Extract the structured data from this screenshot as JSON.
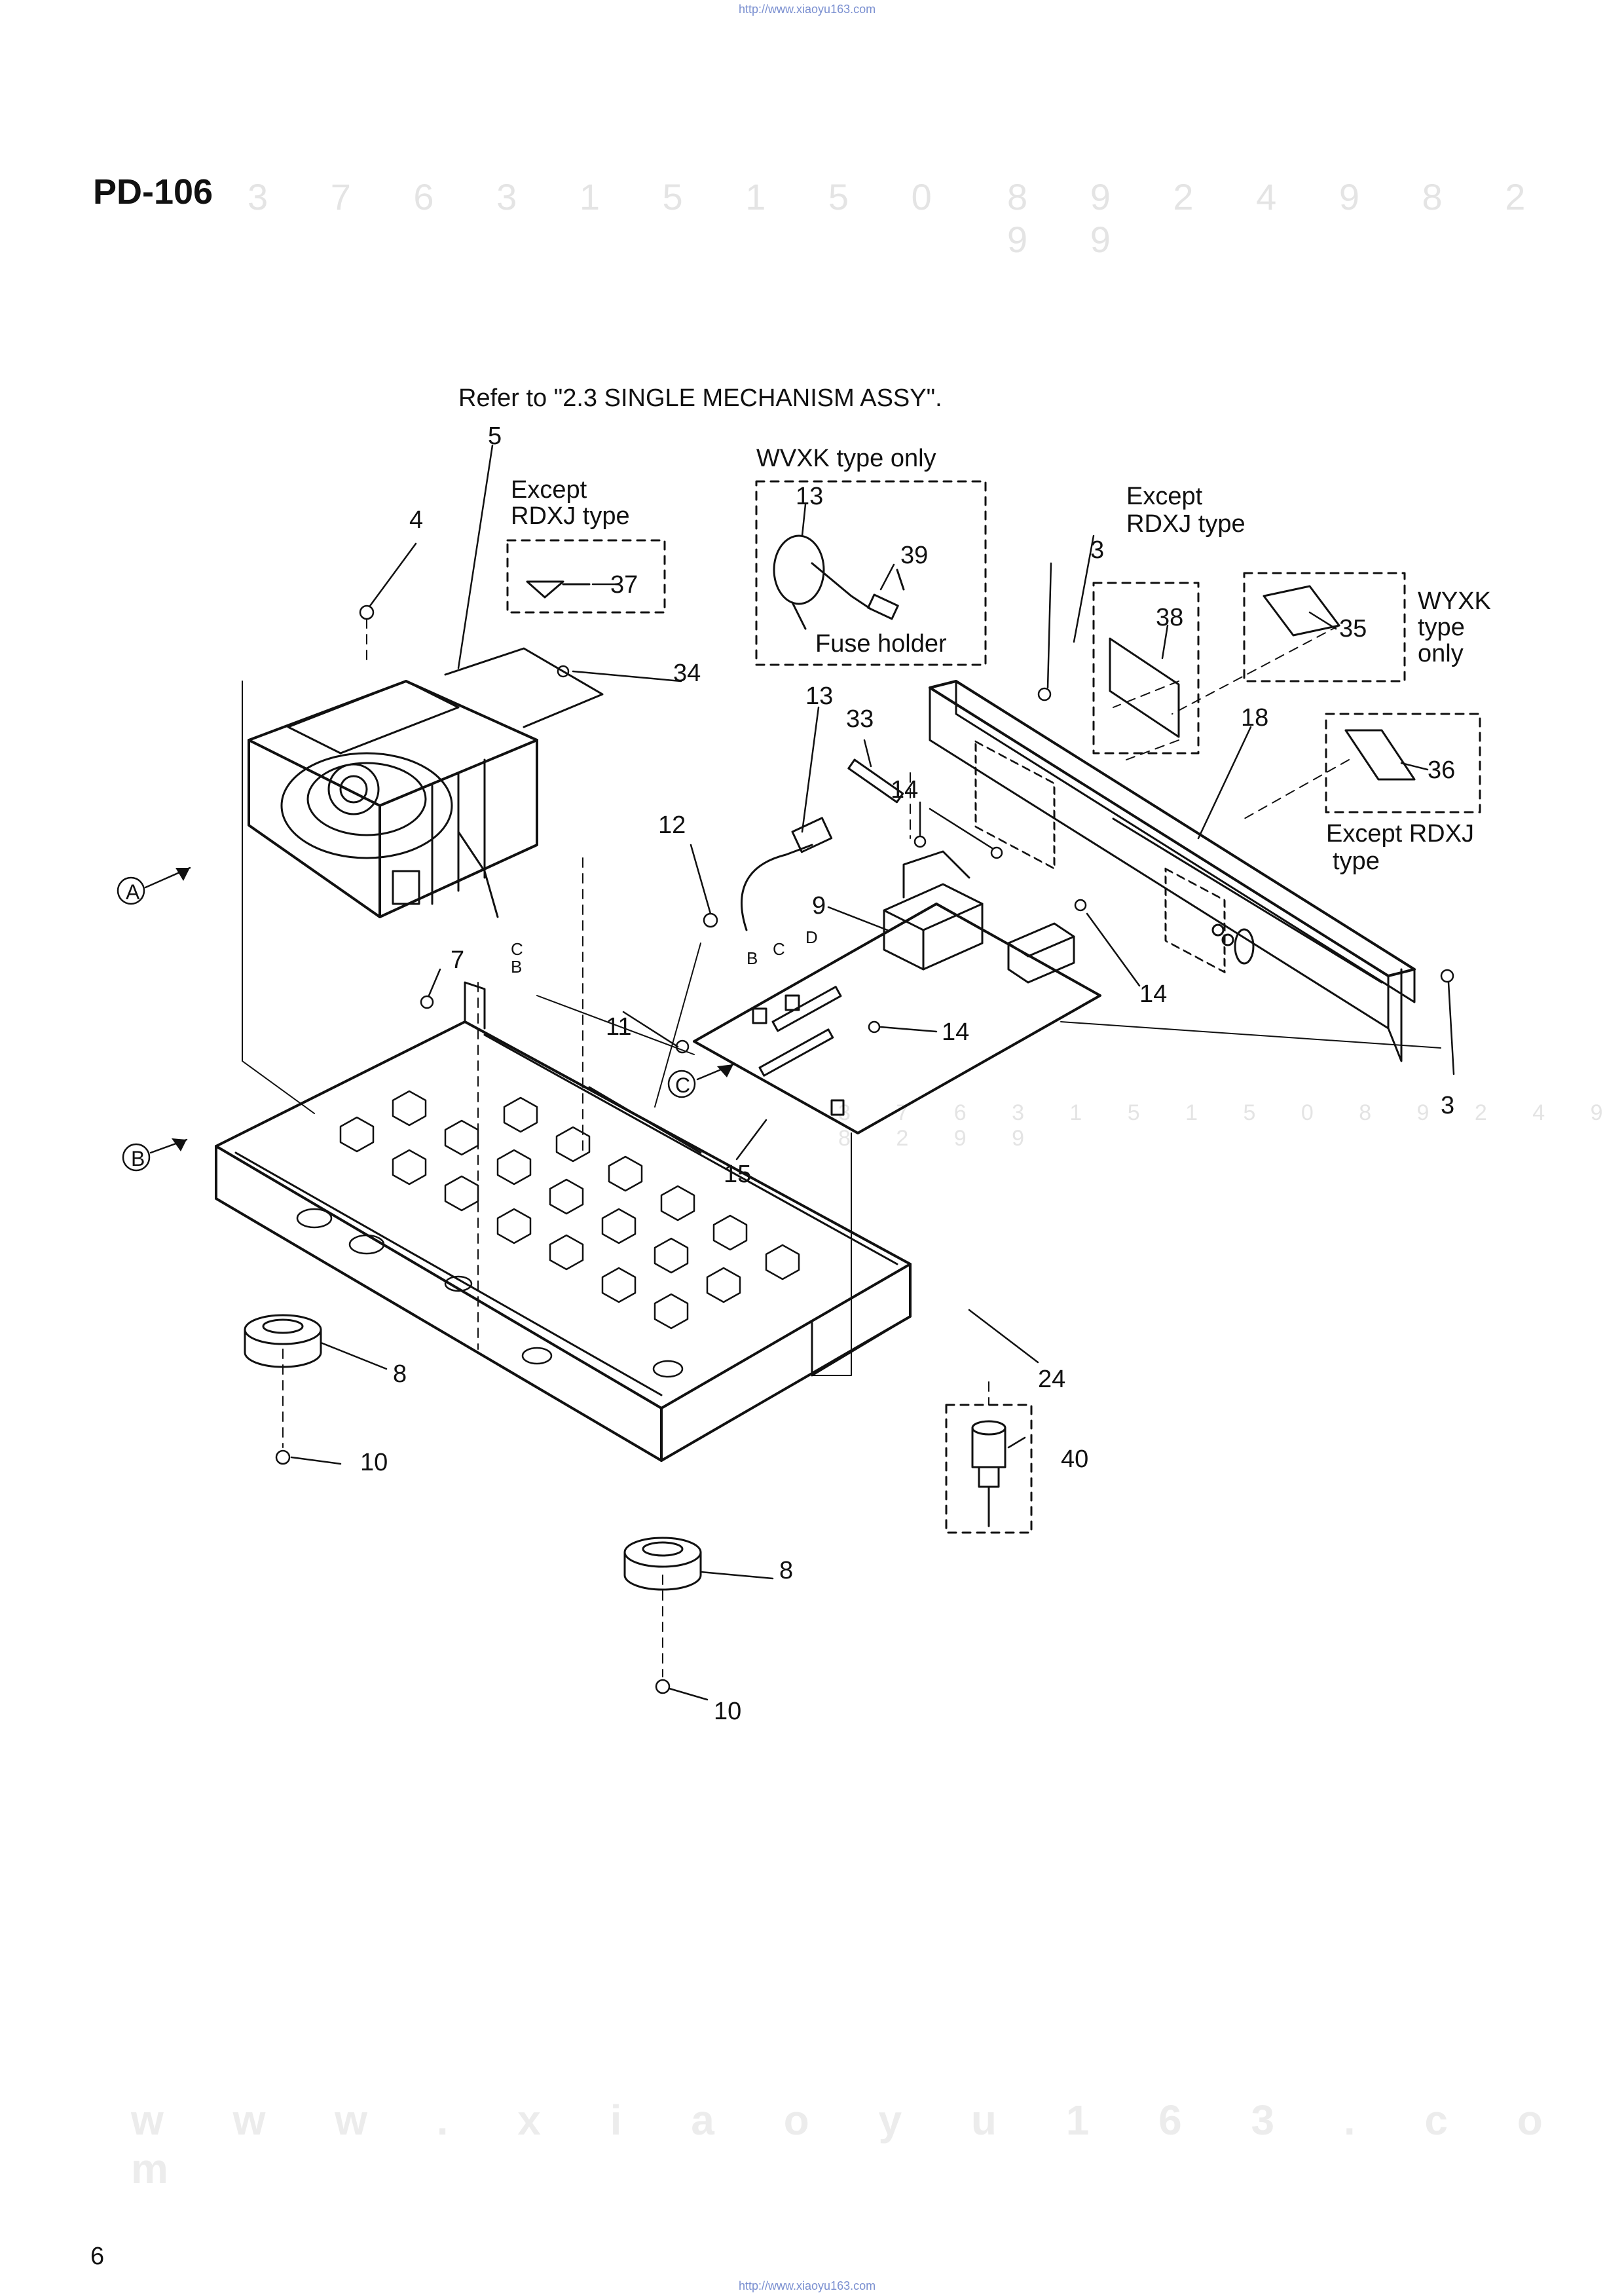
{
  "header_url": "http://www.xiaoyu163.com",
  "footer_url": "http://www.xiaoyu163.com",
  "model": "PD-106",
  "watermark_top_left": "3 7 6 3 1 5 1 5 0",
  "watermark_top_right": "8 9 2 4 9 8 2 9 9",
  "watermark_mid": "3 7 6 3 1 5 1 5 0   8 9 2 4 9 8 2 9 9",
  "watermark_bottom": "w w w . x i a o y u 1 6 3 . c o m",
  "page_number": "6",
  "refer_note": "Refer to \"2.3 SINGLE MECHANISM ASSY\".",
  "boxes": {
    "except_rdxj_37": [
      "Except",
      "RDXJ  type"
    ],
    "wvxk": "WVXK type only",
    "fuse_holder": "Fuse holder",
    "except_rdxj_38": [
      "Except",
      "RDXJ  type"
    ],
    "wyxk": [
      "WYXK",
      "type",
      "only"
    ],
    "except_rdxj_36": [
      "Except RDXJ",
      "type"
    ]
  },
  "callouts": {
    "c3a": "3",
    "c3b": "3",
    "c4": "4",
    "c5": "5",
    "c7": "7",
    "c8a": "8",
    "c8b": "8",
    "c9": "9",
    "c10a": "10",
    "c10b": "10",
    "c11": "11",
    "c12": "12",
    "c13a": "13",
    "c13b": "13",
    "c14a": "14",
    "c14b": "14",
    "c14c": "14",
    "c15": "15",
    "c18": "18",
    "c24": "24",
    "c33": "33",
    "c34": "34",
    "c35": "35",
    "c36": "36",
    "c37": "37",
    "c38": "38",
    "c39": "39",
    "c40": "40"
  },
  "ref_markers": {
    "A": "A",
    "B": "B",
    "C": "C"
  },
  "connectors": {
    "b": "B",
    "c": "C",
    "d": "D",
    "b2": "B",
    "c2": "C"
  }
}
